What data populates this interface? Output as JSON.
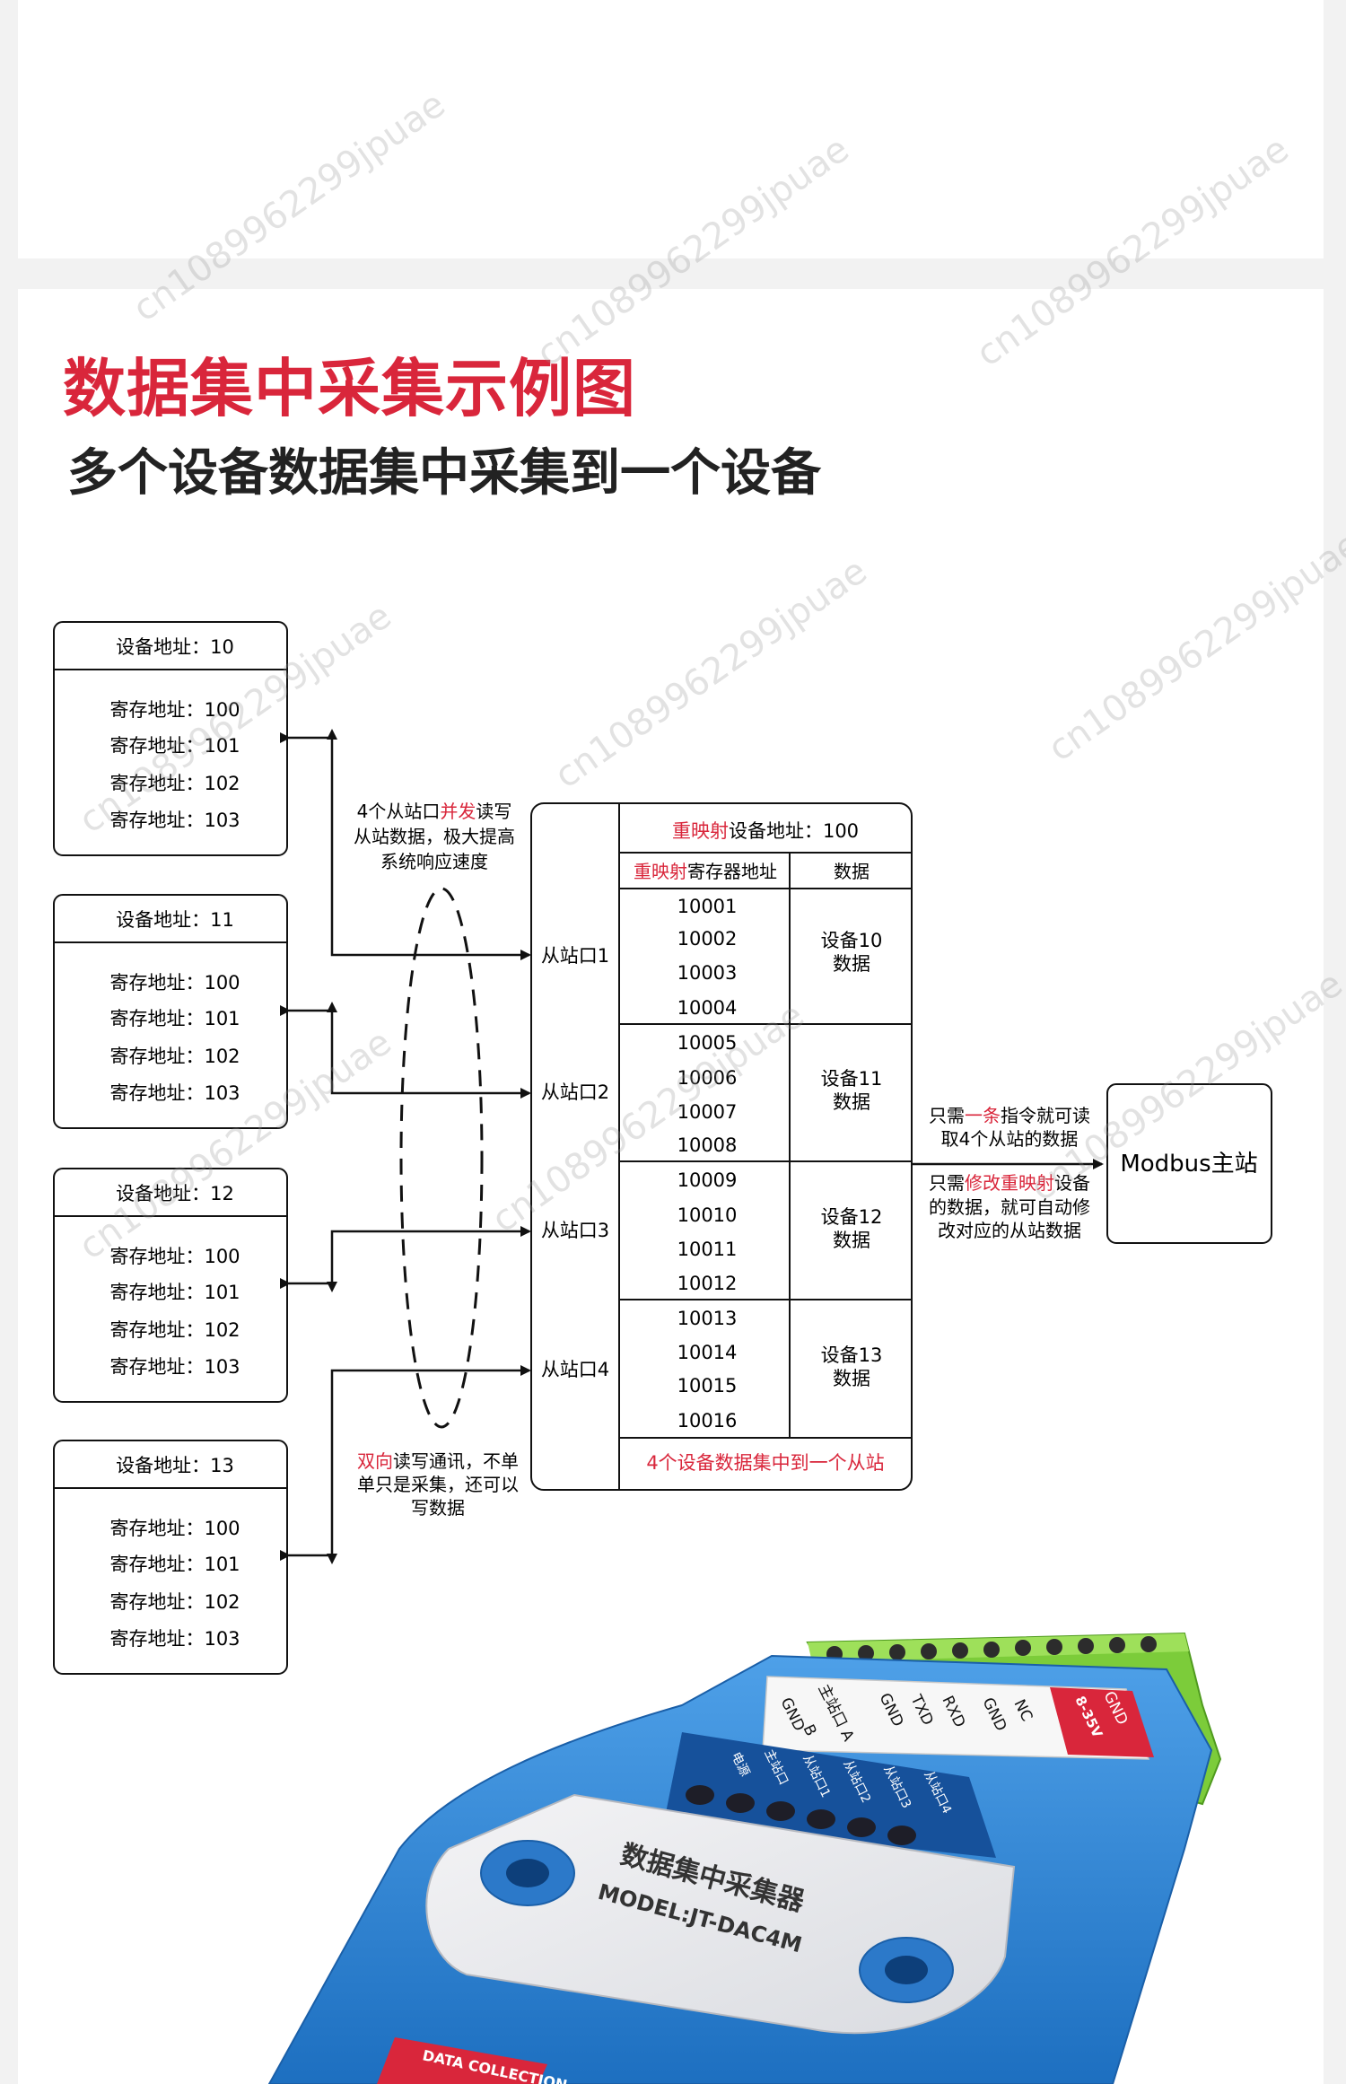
{
  "title": "数据集中采集示例图",
  "subtitle": "多个设备数据集中采集到一个设备",
  "watermark": "cn1089962299jpuae",
  "devices": [
    {
      "header": "设备地址：10",
      "regs": [
        "寄存地址：100",
        "寄存地址：101",
        "寄存地址：102",
        "寄存地址：103"
      ]
    },
    {
      "header": "设备地址：11",
      "regs": [
        "寄存地址：100",
        "寄存地址：101",
        "寄存地址：102",
        "寄存地址：103"
      ]
    },
    {
      "header": "设备地址：12",
      "regs": [
        "寄存地址：100",
        "寄存地址：101",
        "寄存地址：102",
        "寄存地址：103"
      ]
    },
    {
      "header": "设备地址：13",
      "regs": [
        "寄存地址：100",
        "寄存地址：101",
        "寄存地址：102",
        "寄存地址：103"
      ]
    }
  ],
  "note_concurrent": {
    "line1_pre": "4个从站口",
    "line1_red": "并发",
    "line1_post": "读写",
    "line2": "从站数据，极大提高",
    "line3": "系统响应速度"
  },
  "note_bidirectional": {
    "line1_red": "双向",
    "line1_post": "读写通讯，不单",
    "line2": "单只是采集，还可以",
    "line3": "写数据"
  },
  "ports": [
    "从站口1",
    "从站口2",
    "从站口3",
    "从站口4"
  ],
  "remap": {
    "header_red": "重映射",
    "header_post": "设备地址：100",
    "col1_red": "重映射",
    "col1_post": "寄存器地址",
    "col2": "数据",
    "groups": [
      {
        "addrs": [
          "10001",
          "10002",
          "10003",
          "10004"
        ],
        "label1": "设备10",
        "label2": "数据"
      },
      {
        "addrs": [
          "10005",
          "10006",
          "10007",
          "10008"
        ],
        "label1": "设备11",
        "label2": "数据"
      },
      {
        "addrs": [
          "10009",
          "10010",
          "10011",
          "10012"
        ],
        "label1": "设备12",
        "label2": "数据"
      },
      {
        "addrs": [
          "10013",
          "10014",
          "10015",
          "10016"
        ],
        "label1": "设备13",
        "label2": "数据"
      }
    ],
    "footer": "4个设备数据集中到一个从站"
  },
  "note_master_read": {
    "pre": "只需",
    "red": "一条",
    "post": "指令就可读",
    "line2": "取4个从站的数据"
  },
  "note_master_write": {
    "pre": "只需",
    "red": "修改重映射",
    "post": "设备",
    "line2": "的数据，就可自动修",
    "line3": "改对应的从站数据"
  },
  "master": "Modbus主站",
  "device_labels": {
    "terminals": [
      "GND",
      "主站口 A",
      "B",
      "GND",
      "TXD",
      "RXD",
      "GND",
      "NC"
    ],
    "power_gnd": "GND",
    "power_v": "8-35V",
    "leds": [
      "电源",
      "主站口",
      "从站口1",
      "从站口2",
      "从站口3",
      "从站口4"
    ],
    "product": "数据集中采集器",
    "model": "MODEL:JT-DAC4M",
    "brand": "DATA COLLECTION"
  },
  "colors": {
    "accent": "#d9263b",
    "device_blue": "#2f86d8",
    "terminal_green": "#7ccc3a"
  }
}
